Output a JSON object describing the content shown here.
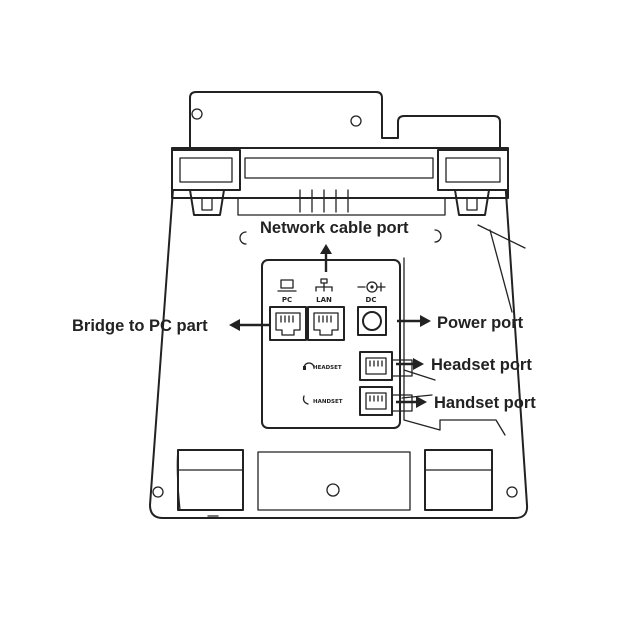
{
  "callouts": {
    "network_cable_port": "Network cable port",
    "bridge_to_pc": "Bridge to PC part",
    "power_port": "Power port",
    "headset_port": "Headset port",
    "handset_port": "Handset port"
  },
  "port_labels": {
    "pc": "PC",
    "lan": "LAN",
    "dc": "DC",
    "headset": "HEADSET",
    "handset": "HANDSET"
  },
  "colors": {
    "line": "#222222",
    "background": "#ffffff"
  }
}
